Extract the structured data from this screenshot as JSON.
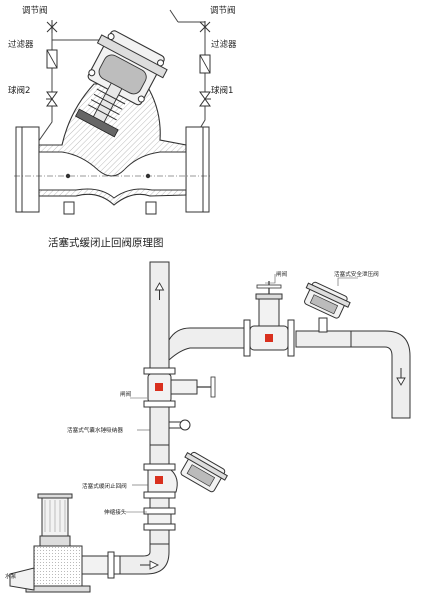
{
  "top_diagram": {
    "caption": "活塞式缓闭止回阀原理图",
    "left_labels": {
      "regulating_valve": "调节阀",
      "filter": "过滤器",
      "ball_valve": "球阀2"
    },
    "right_labels": {
      "regulating_valve": "调节阀",
      "filter": "过滤器",
      "ball_valve": "球阀1"
    }
  },
  "install_diagram": {
    "gate_valve_right": "闸阀",
    "pressure_relief_valve": "活塞式安全泄压阀",
    "gate_valve_left": "闸阀",
    "air_hammer_arrester": "活塞式气囊水锤吸纳器",
    "check_valve": "活塞式缓闭止回阀",
    "expansion_joint": "伸缩接头",
    "pump": "水泵"
  },
  "colors": {
    "line": "#333333",
    "pipe_fill": "#eeeeee",
    "hatch": "#cccccc",
    "valve_red": "#d9301e",
    "body_fill": "#f4f4f4"
  }
}
